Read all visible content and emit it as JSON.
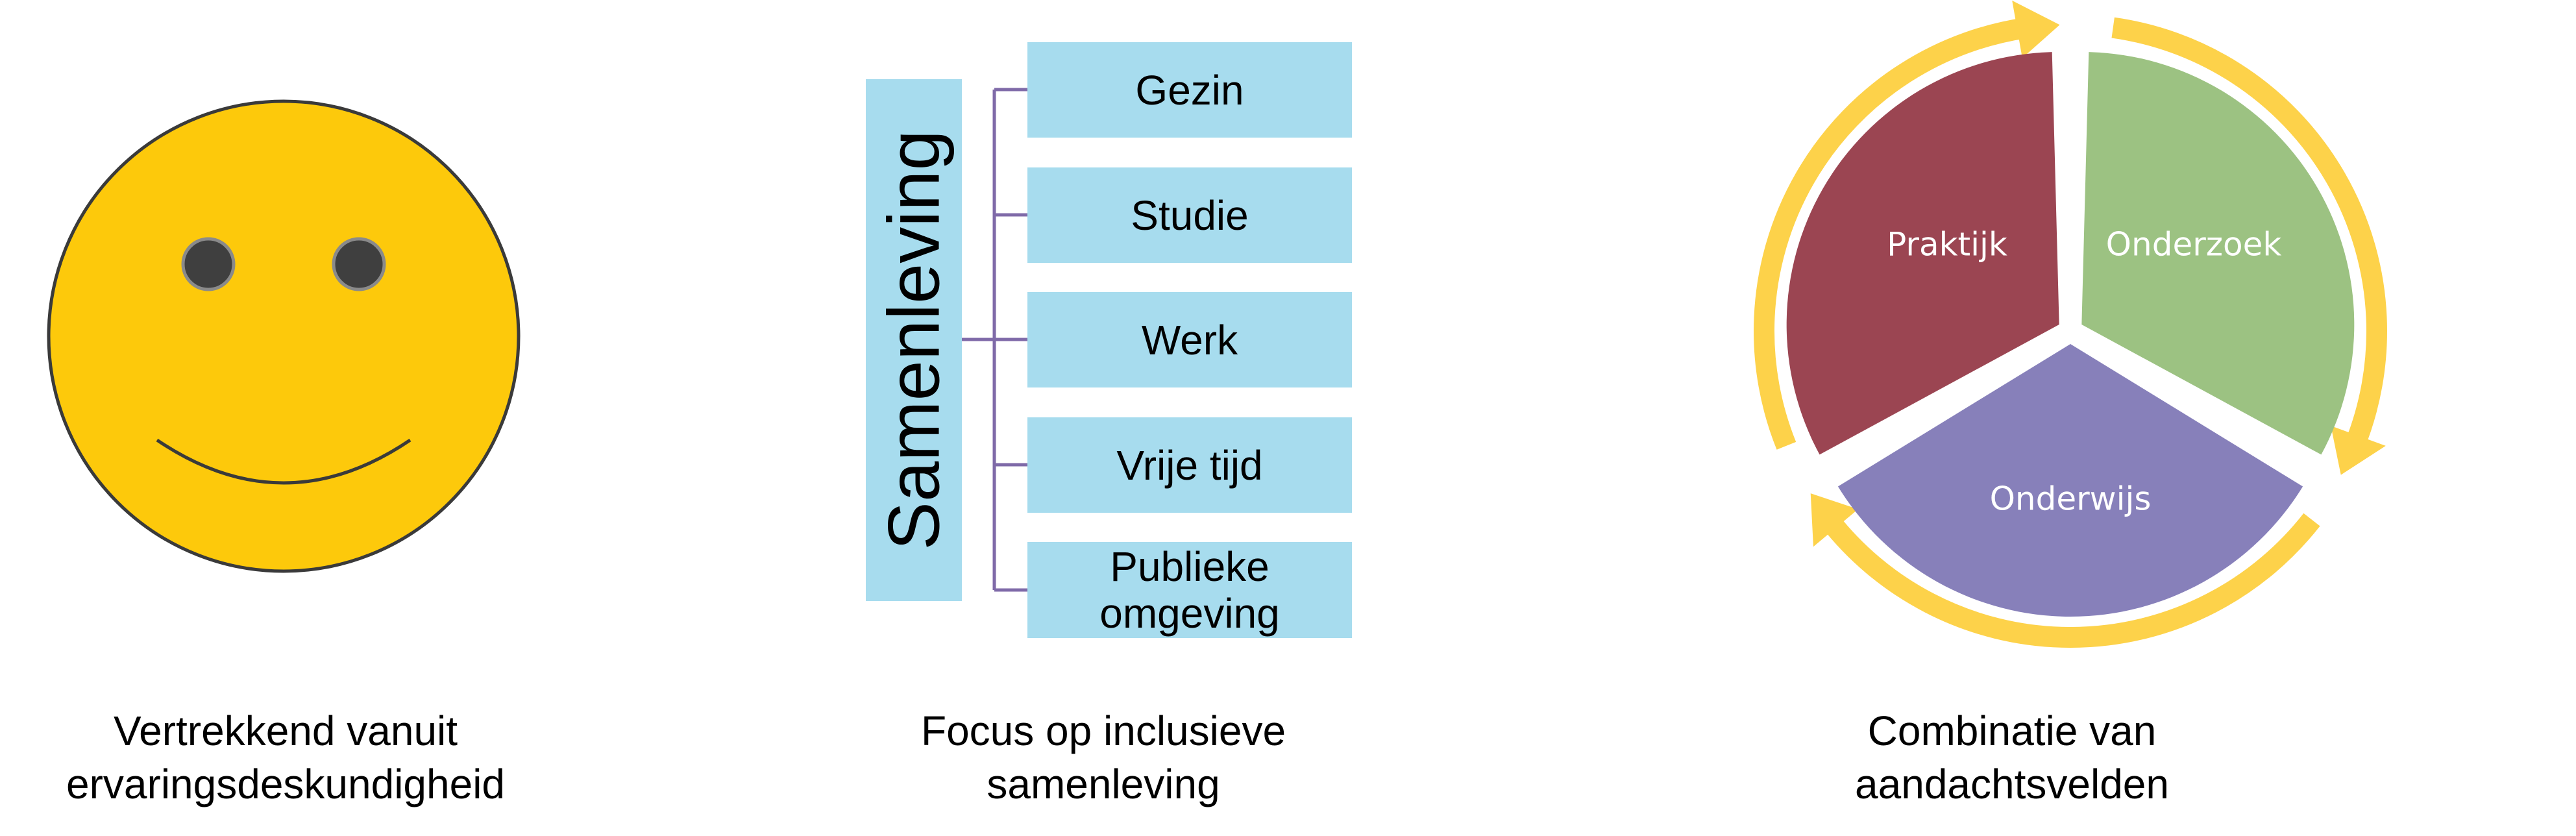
{
  "smiley": {
    "caption_line1": "Vertrekkend vanuit",
    "caption_line2": "ervaringsdeskundigheid",
    "face_color": "#fdc90b"
  },
  "society": {
    "title": "Samenleving",
    "items": [
      "Gezin",
      "Studie",
      "Werk",
      "Vrije tijd",
      "Publieke omgeving"
    ],
    "caption_line1": "Focus op inclusieve",
    "caption_line2": "samenleving",
    "box_color": "#a7dcee",
    "bracket_color": "#7f6aa8"
  },
  "cycle": {
    "segments": [
      {
        "label": "Praktijk",
        "color": "#9b4552"
      },
      {
        "label": "Onderzoek",
        "color": "#9cc282"
      },
      {
        "label": "Onderwijs",
        "color": "#8780ba"
      }
    ],
    "arrow_color": "#fdd24a",
    "caption_line1": "Combinatie van",
    "caption_line2": "aandachtsvelden"
  }
}
